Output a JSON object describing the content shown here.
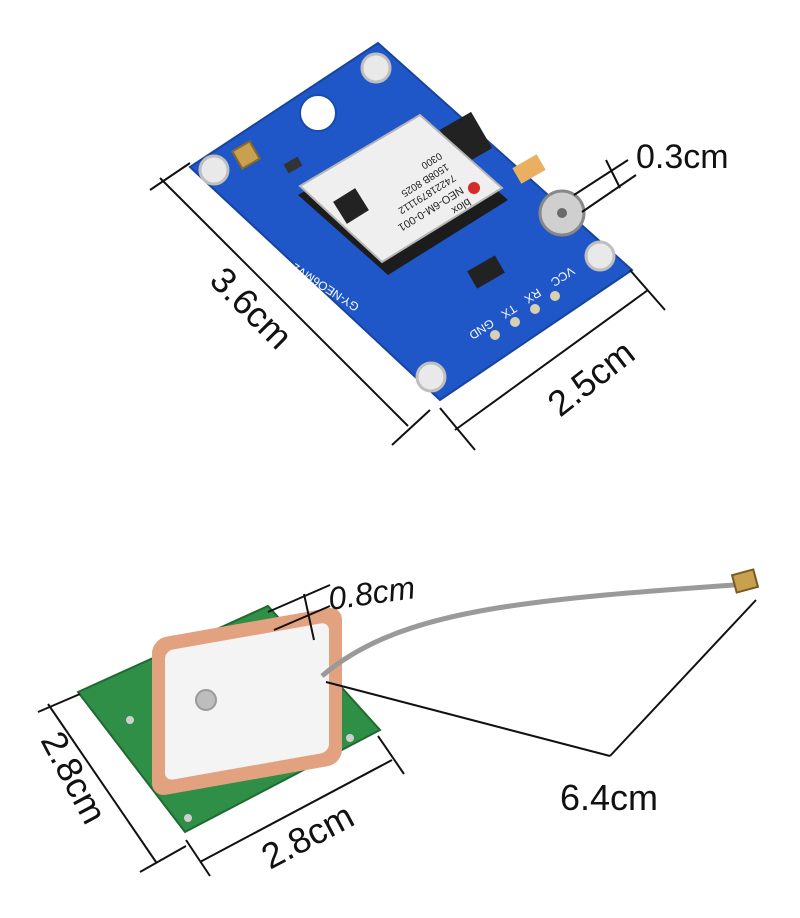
{
  "dimensions": {
    "board_length": "3.6cm",
    "board_width": "2.5cm",
    "battery_height": "0.3cm",
    "antenna_height": "0.8cm",
    "antenna_side_a": "2.8cm",
    "antenna_side_b": "2.8cm",
    "cable_length": "6.4cm"
  },
  "module_markings": {
    "brand": "blox",
    "part": "NEO-6M-0-001",
    "line_3": "742218791112",
    "line_4": "1508B 8025",
    "line_5": "0300"
  },
  "board_silkscreen": {
    "model": "GY-NEO6MV2",
    "pin_labels": [
      "VCC",
      "RX",
      "TX",
      "GND"
    ]
  },
  "colors": {
    "pcb_blue": "#1f56c8",
    "antenna_ceramic": "#f4f4f4",
    "antenna_copper": "#e3a27f",
    "antenna_pcb": "#2f8f47",
    "cable": "#9a9a9a"
  }
}
